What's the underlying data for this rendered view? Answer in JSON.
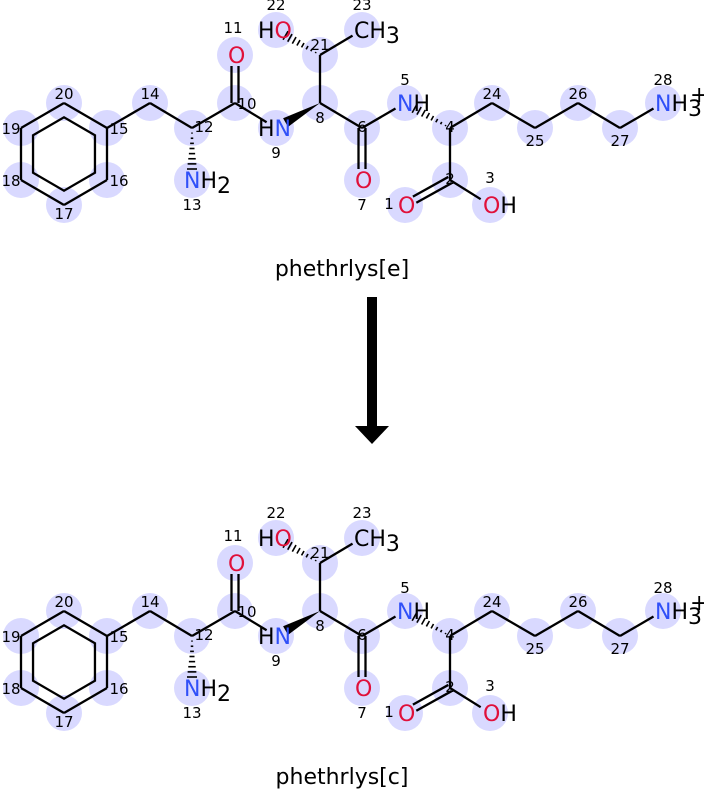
{
  "colors": {
    "highlight": "#d9d9ff",
    "oxygen": "#e0103a",
    "nitrogen": "#3050f8",
    "bond": "#000000"
  },
  "molecules": [
    {
      "caption": "phethrlys[e]"
    },
    {
      "caption": "phethrlys[c]"
    }
  ],
  "atoms": [
    {
      "n": "1",
      "label": [
        [
          "O",
          "O"
        ]
      ]
    },
    {
      "n": "2",
      "label": []
    },
    {
      "n": "3",
      "label": [
        [
          "O",
          "O"
        ],
        [
          "H",
          "H"
        ]
      ]
    },
    {
      "n": "4",
      "label": []
    },
    {
      "n": "5",
      "label": [
        [
          "N",
          "N"
        ],
        [
          "H",
          "H"
        ]
      ]
    },
    {
      "n": "6",
      "label": []
    },
    {
      "n": "7",
      "label": [
        [
          "O",
          "O"
        ]
      ]
    },
    {
      "n": "8",
      "label": []
    },
    {
      "n": "9",
      "label": [
        [
          "H",
          "H"
        ],
        [
          "N",
          "N"
        ]
      ]
    },
    {
      "n": "10",
      "label": []
    },
    {
      "n": "11",
      "label": [
        [
          "O",
          "O"
        ]
      ]
    },
    {
      "n": "12",
      "label": []
    },
    {
      "n": "13",
      "label": [
        [
          "N",
          "N"
        ],
        [
          "H",
          "H"
        ],
        [
          "sub",
          "2"
        ]
      ]
    },
    {
      "n": "14",
      "label": []
    },
    {
      "n": "15",
      "label": []
    },
    {
      "n": "16",
      "label": []
    },
    {
      "n": "17",
      "label": []
    },
    {
      "n": "18",
      "label": []
    },
    {
      "n": "19",
      "label": []
    },
    {
      "n": "20",
      "label": []
    },
    {
      "n": "21",
      "label": []
    },
    {
      "n": "22",
      "label": [
        [
          "H",
          "H"
        ],
        [
          "O",
          "O"
        ]
      ]
    },
    {
      "n": "23",
      "label": [
        [
          "H",
          "CH"
        ],
        [
          "sub",
          "3"
        ]
      ]
    },
    {
      "n": "24",
      "label": []
    },
    {
      "n": "25",
      "label": []
    },
    {
      "n": "26",
      "label": []
    },
    {
      "n": "27",
      "label": []
    },
    {
      "n": "28",
      "label": [
        [
          "N",
          "N"
        ],
        [
          "H",
          "H"
        ],
        [
          "sub",
          "3"
        ],
        [
          "sup",
          "+"
        ]
      ]
    }
  ]
}
